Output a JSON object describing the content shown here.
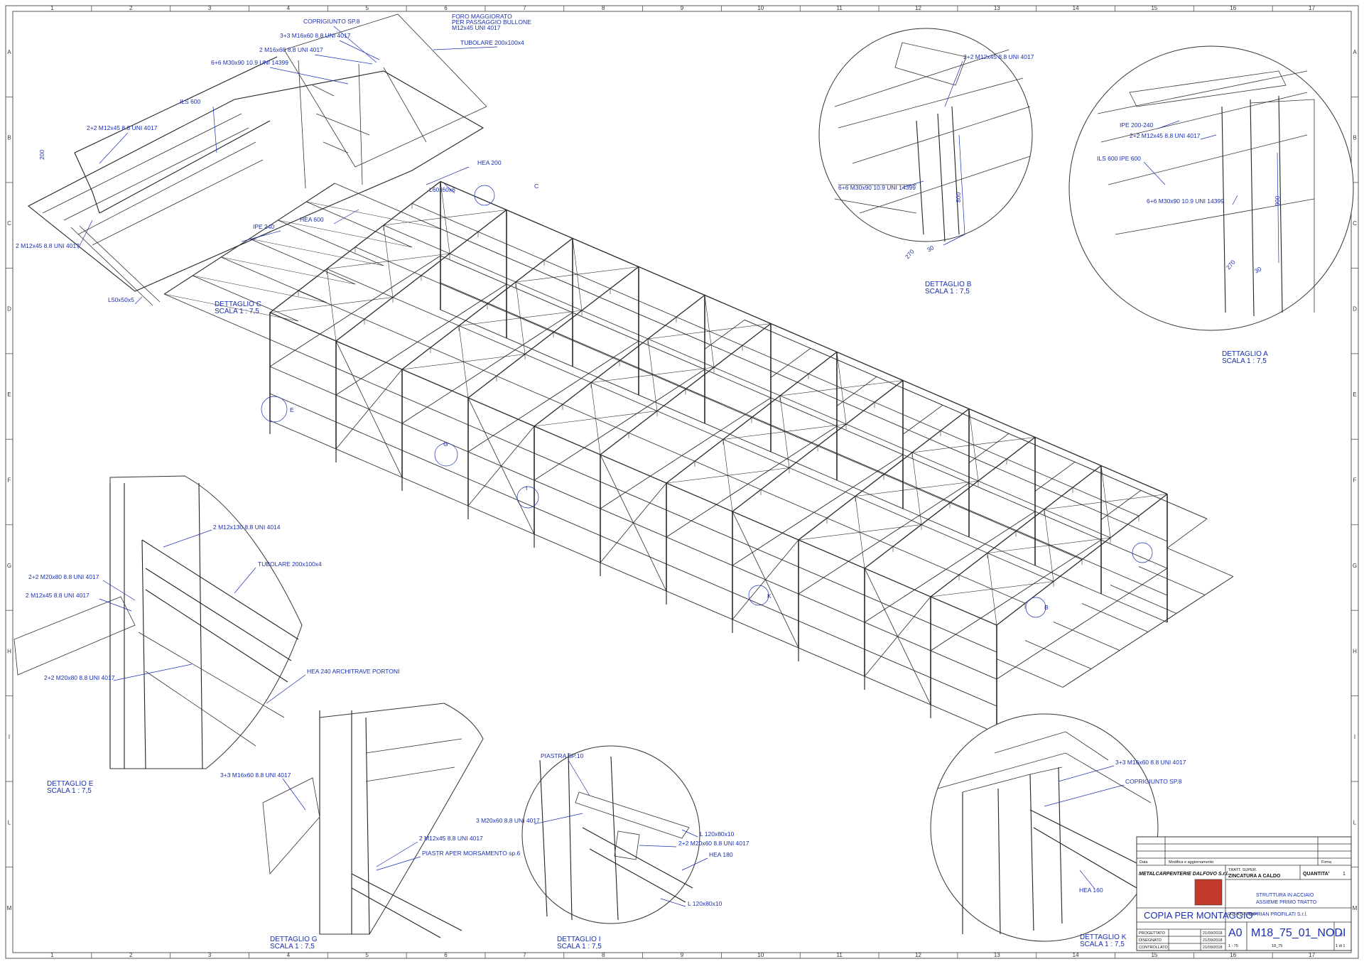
{
  "border": {
    "cols": [
      "1",
      "2",
      "3",
      "4",
      "5",
      "6",
      "7",
      "8",
      "9",
      "10",
      "11",
      "12",
      "13",
      "14",
      "15",
      "16",
      "17"
    ],
    "rows": [
      "A",
      "B",
      "C",
      "D",
      "E",
      "F",
      "G",
      "H",
      "I",
      "L",
      "M"
    ]
  },
  "details": {
    "C": {
      "title": "DETTAGLIO C",
      "scale": "SCALA 1 : 7,5",
      "labels": [
        "COPRIGIUNTO SP.8",
        "FORO MAGGIORATO",
        "PER PASSAGGIO BULLONE",
        "M12x45 UNI 4017",
        "3+3 M16x60 8.8 UNI 4017",
        "2 M16x60 8.8 UNI 4017",
        "TUBOLARE 200x100x4",
        "6+6 M30x90 10.9 UNI 14399",
        "ILS 600",
        "2+2 M12x45 8.8 UNI 4017",
        "HEA 200",
        "L60x60x6",
        "HEA 600",
        "IPE 240",
        "2 M12x45 8.8 UNI 4017",
        "L50x50x5"
      ],
      "dim": "200"
    },
    "B": {
      "title": "DETTAGLIO B",
      "scale": "SCALA 1 : 7,5",
      "labels": [
        "2+2 M12x45 8.8 UNI 4017",
        "6+6 M30x90 10.9 UNI 14399"
      ],
      "dims": [
        "800",
        "270",
        "30"
      ]
    },
    "A": {
      "title": "DETTAGLIO A",
      "scale": "SCALA 1 : 7,5",
      "labels": [
        "IPE 200-240",
        "2+2 M12x45 8.8 UNI 4017",
        "ILS 600 IPE 600",
        "6+6 M30x90 10.9 UNI 14399"
      ],
      "dims": [
        "900",
        "270",
        "30"
      ]
    },
    "E": {
      "title": "DETTAGLIO E",
      "scale": "SCALA 1 : 7,5",
      "labels": [
        "2 M12x130 8.8 UNI 4014",
        "TUBOLARE 200x100x4",
        "2+2 M20x80 8.8 UNI 4017",
        "2 M12x45 8.8 UNI 4017",
        "2+2 M20x80 8.8 UNI 4017",
        "HEA 240 ARCHITRAVE PORTONI"
      ]
    },
    "G": {
      "title": "DETTAGLIO G",
      "scale": "SCALA 1 : 7,5",
      "labels": [
        "3+3 M16x60 8.8 UNI 4017",
        "2 M12x45 8.8 UNI 4017",
        "PIASTR APER MORSAMENTO sp.6"
      ]
    },
    "I": {
      "title": "DETTAGLIO I",
      "scale": "SCALA 1 : 7,5",
      "labels": [
        "PIASTRA SP.10",
        "3 M20x60 8.8 UNI 4017",
        "L 120x80x10",
        "2+2 M20x60 8.8 UNI 4017",
        "HEA 180",
        "L 120x80x10"
      ]
    },
    "K": {
      "title": "DETTAGLIO K",
      "scale": "SCALA 1 : 7,5",
      "labels": [
        "3+3 M16x60 8.8 UNI 4017",
        "COPRIGIUNTO SP.8",
        "HEA 160"
      ]
    }
  },
  "callouts": [
    "C",
    "E",
    "G",
    "I",
    "K",
    "B"
  ],
  "title_block": {
    "company": "METALCARPENTERIE DALFOVO S.r.l.",
    "quantity_label": "QUANTITA'",
    "quantity": "1",
    "treatment_label": "TRATT. SUPER.",
    "treatment": "ZINCATURA A CALDO",
    "description_1": "STRUTTURA IN ACCIAIO",
    "description_2": "ASSIEME PRIMO TRATTO",
    "client_label": "CLIENTE/Cliente",
    "client": "CIPRIAN PROFILATI S.r.l.",
    "stamp": "COPIA PER MONTAGGIO",
    "format": "A0",
    "drawing_no": "M18_75_01_NODI",
    "revision": "0",
    "scale": "1 : 75",
    "job": "18_75",
    "sheet": "1 di 1",
    "rev_col_1": "Data",
    "rev_col_2": "Modifica e aggiornamento",
    "rev_col_3": "Firma",
    "roles": [
      "PROGETTATO",
      "DISEGNATO",
      "CONTROLLATO"
    ],
    "dates": [
      "21/09/2018",
      "21/09/2018",
      "21/09/2018"
    ]
  }
}
